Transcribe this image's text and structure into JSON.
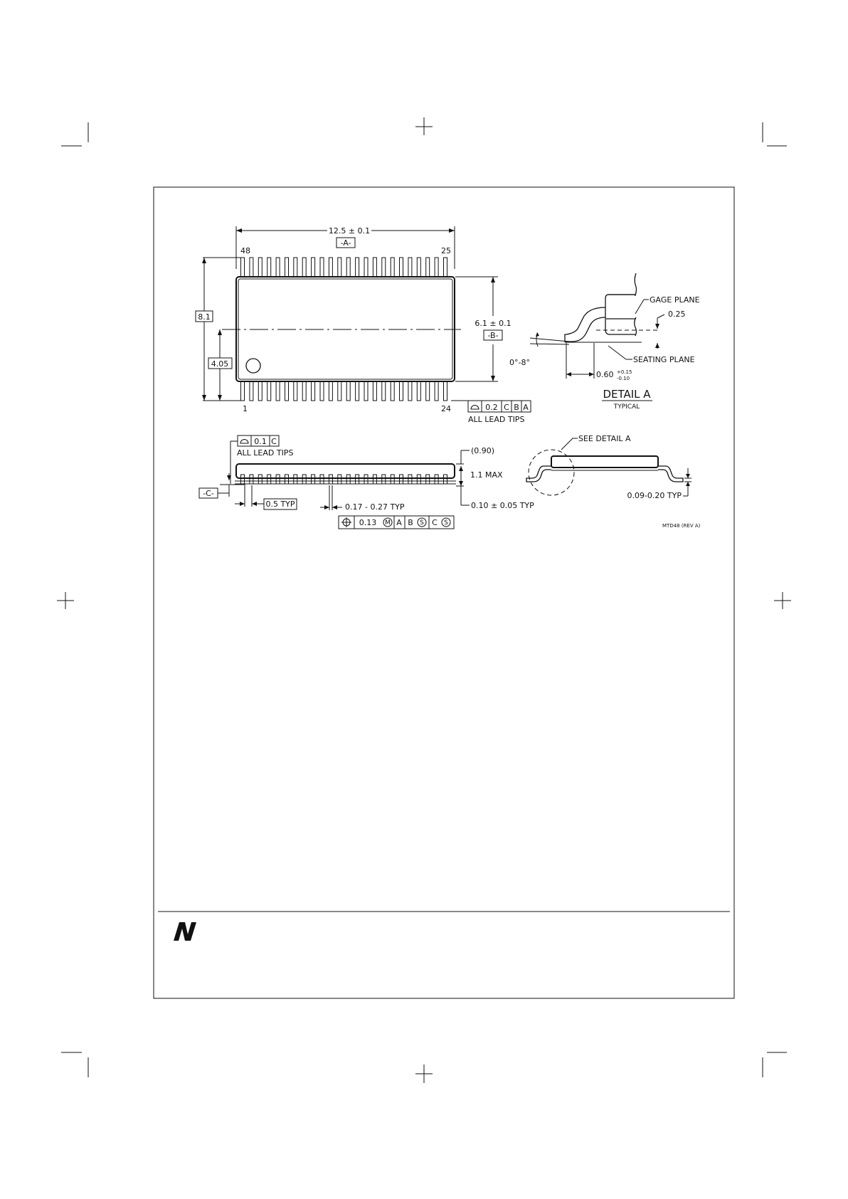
{
  "title_block": {
    "drawing_number": "MTD48 (REV A)"
  },
  "top_view": {
    "length_dim": "12.5 ± 0.1",
    "datum_a": "-A-",
    "width_dim": "6.1 ± 0.1",
    "datum_b": "-B-",
    "overall_width": "8.1",
    "half_width": "4.05",
    "pin_top_left": "48",
    "pin_top_right": "25",
    "pin_bottom_left": "1",
    "pin_bottom_right": "24",
    "pin_count_per_side": 24,
    "tolerance_frame": [
      "⌓",
      "0.2",
      "C",
      "B",
      "A"
    ],
    "tolerance_note": "ALL LEAD TIPS"
  },
  "detail_a": {
    "gage_plane": "GAGE PLANE",
    "gage_dim": "0.25",
    "seating_plane": "SEATING PLANE",
    "angle": "0°-8°",
    "foot_dim": "0.60",
    "foot_tol_plus": "+0.15",
    "foot_tol_minus": "-0.10",
    "title": "DETAIL A",
    "subtitle": "TYPICAL"
  },
  "side_view": {
    "flatness_frame": [
      "⌓",
      "0.1",
      "C"
    ],
    "flatness_note": "ALL LEAD TIPS",
    "datum_c": "-C-",
    "pitch": "0.5 TYP",
    "lead_width": "0.17 - 0.27 TYP",
    "body_thickness": "(0.90)",
    "max_height": "1.1 MAX",
    "standoff": "0.10 ± 0.05 TYP",
    "position_frame": [
      "⌖",
      "0.13",
      "M",
      "A",
      "B",
      "S",
      "C",
      "S"
    ]
  },
  "end_view": {
    "see_detail": "SEE DETAIL A",
    "lead_thickness": "0.09-0.20 TYP"
  }
}
